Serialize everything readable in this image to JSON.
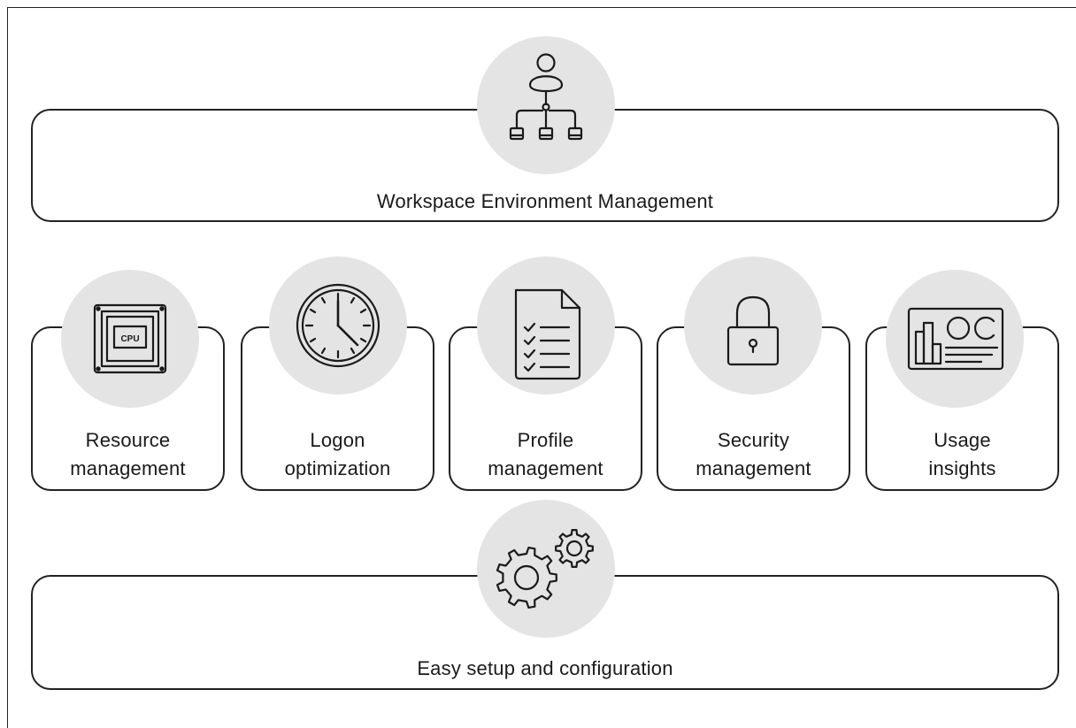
{
  "top_box": {
    "label": "Workspace Environment Management",
    "icon": "organization-hierarchy-icon"
  },
  "features": [
    {
      "line1": "Resource",
      "line2": "management",
      "icon": "cpu-chip-icon"
    },
    {
      "line1": "Logon",
      "line2": "optimization",
      "icon": "clock-icon"
    },
    {
      "line1": "Profile",
      "line2": "management",
      "icon": "checklist-document-icon"
    },
    {
      "line1": "Security",
      "line2": "management",
      "icon": "padlock-icon"
    },
    {
      "line1": "Usage",
      "line2": "insights",
      "icon": "analytics-dashboard-icon"
    }
  ],
  "cpu_text": "CPU",
  "bottom_box": {
    "label": "Easy setup and configuration",
    "icon": "gears-icon"
  }
}
